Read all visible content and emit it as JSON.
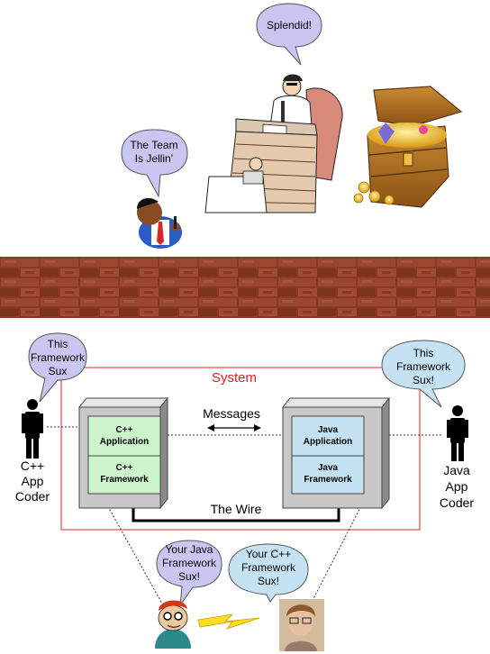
{
  "bubbles": {
    "boss": "Splendid!",
    "manager": [
      "The Team",
      "Is Jellin’"
    ],
    "cpp_coder": [
      "This",
      "Framework",
      "Sux"
    ],
    "java_coder": [
      "This",
      "Framework",
      "Sux!"
    ],
    "left_dev": [
      "Your Java",
      "Framework",
      "Sux!"
    ],
    "right_dev": [
      "Your C++",
      "Framework",
      "Sux!"
    ]
  },
  "diagram": {
    "system_label": "System",
    "messages_label": "Messages",
    "wire_label": "The Wire",
    "cpp_app": [
      "C++",
      "Application"
    ],
    "cpp_fw": [
      "C++",
      "Framework"
    ],
    "java_app": [
      "Java",
      "Application"
    ],
    "java_fw": [
      "Java",
      "Framework"
    ],
    "cpp_actor": [
      "C++",
      "App",
      "Coder"
    ],
    "java_actor": [
      "Java",
      "App",
      "Coder"
    ]
  },
  "colors": {
    "bubble_purple": "#c9c6f2",
    "bubble_blue": "#c4e2f2",
    "box_green": "#ccf5cc",
    "box_gray": "#c8c8c8",
    "system_red": "#e02020",
    "brick": "#8e3b24"
  }
}
